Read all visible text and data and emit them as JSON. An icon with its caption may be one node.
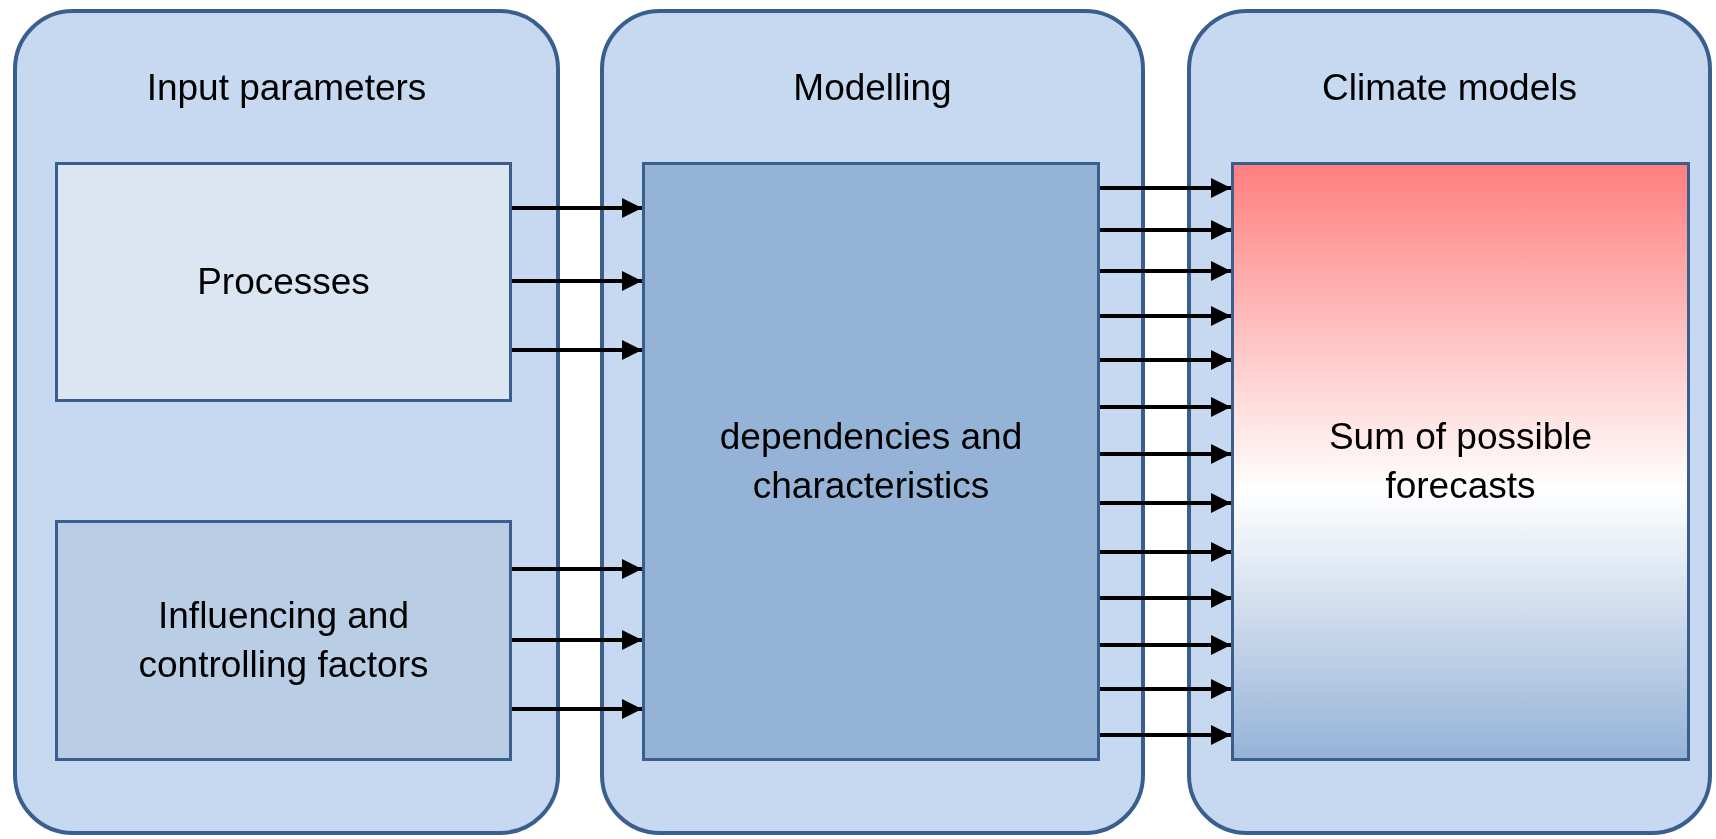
{
  "diagram": {
    "nodes": [
      {
        "text": [
          "Input parameters"
        ]
      },
      {
        "text": [
          "Processes"
        ],
        "in": 0
      },
      {
        "text": [
          "Influencing and controlling factors"
        ],
        "in": 0
      },
      {
        "text": [
          "Modelling"
        ]
      },
      {
        "text": [
          "dependencies and characteristics"
        ],
        "in": 3
      },
      {
        "text": [
          "Climate models"
        ]
      },
      {
        "text": [
          "Sum of possible forecasts"
        ],
        "in": 5
      }
    ],
    "edges": [
      {
        "from": 1,
        "to": 4,
        "arrow": "to"
      },
      {
        "from": 1,
        "to": 4,
        "arrow": "to"
      },
      {
        "from": 1,
        "to": 4,
        "arrow": "to"
      },
      {
        "from": 2,
        "to": 4,
        "arrow": "to"
      },
      {
        "from": 2,
        "to": 4,
        "arrow": "to"
      },
      {
        "from": 2,
        "to": 4,
        "arrow": "to"
      },
      {
        "from": 4,
        "to": 6,
        "arrow": "to"
      },
      {
        "from": 4,
        "to": 6,
        "arrow": "to"
      },
      {
        "from": 4,
        "to": 6,
        "arrow": "to"
      },
      {
        "from": 4,
        "to": 6,
        "arrow": "to"
      },
      {
        "from": 4,
        "to": 6,
        "arrow": "to"
      },
      {
        "from": 4,
        "to": 6,
        "arrow": "to"
      },
      {
        "from": 4,
        "to": 6,
        "arrow": "to"
      },
      {
        "from": 4,
        "to": 6,
        "arrow": "to"
      },
      {
        "from": 4,
        "to": 6,
        "arrow": "to"
      },
      {
        "from": 4,
        "to": 6,
        "arrow": "to"
      },
      {
        "from": 4,
        "to": 6,
        "arrow": "to"
      },
      {
        "from": 4,
        "to": 6,
        "arrow": "to"
      },
      {
        "from": 4,
        "to": 6,
        "arrow": "to"
      }
    ]
  }
}
